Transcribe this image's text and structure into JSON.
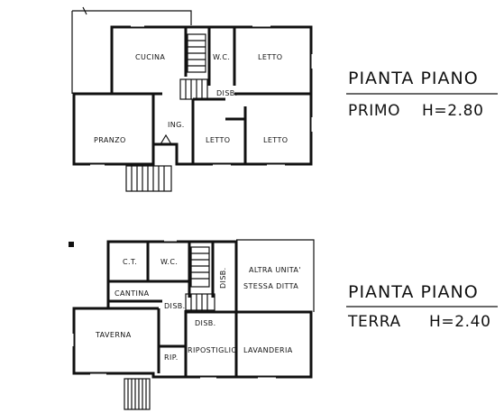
{
  "floor_first": {
    "title": "PIANTA PIANO",
    "height_label": "PRIMO",
    "height_value": "H=2.80",
    "rooms": {
      "cucina": "CUCINA",
      "wc": "W.C.",
      "letto_top": "LETTO",
      "disb": "DISB.",
      "pranzo": "PRANZO",
      "ing": "ING.",
      "letto_bottom_left": "LETTO",
      "letto_bottom_right": "LETTO"
    }
  },
  "floor_ground": {
    "title": "PIANTA PIANO",
    "height_label": "TERRA",
    "height_value": "H=2.40",
    "rooms": {
      "ct": "C.T.",
      "wc": "W.C.",
      "disb_vertical": "DISB.",
      "altra_unita": "ALTRA UNITA'",
      "stessa_ditta": "STESSA DITTA",
      "cantina": "CANTINA",
      "disb_left": "DISB.",
      "disb_center": "DISB.",
      "taverna": "TAVERNA",
      "rip": "RIP.",
      "ripostiglio": "RIPOSTIGLIO",
      "lavanderia": "LAVANDERIA"
    }
  }
}
